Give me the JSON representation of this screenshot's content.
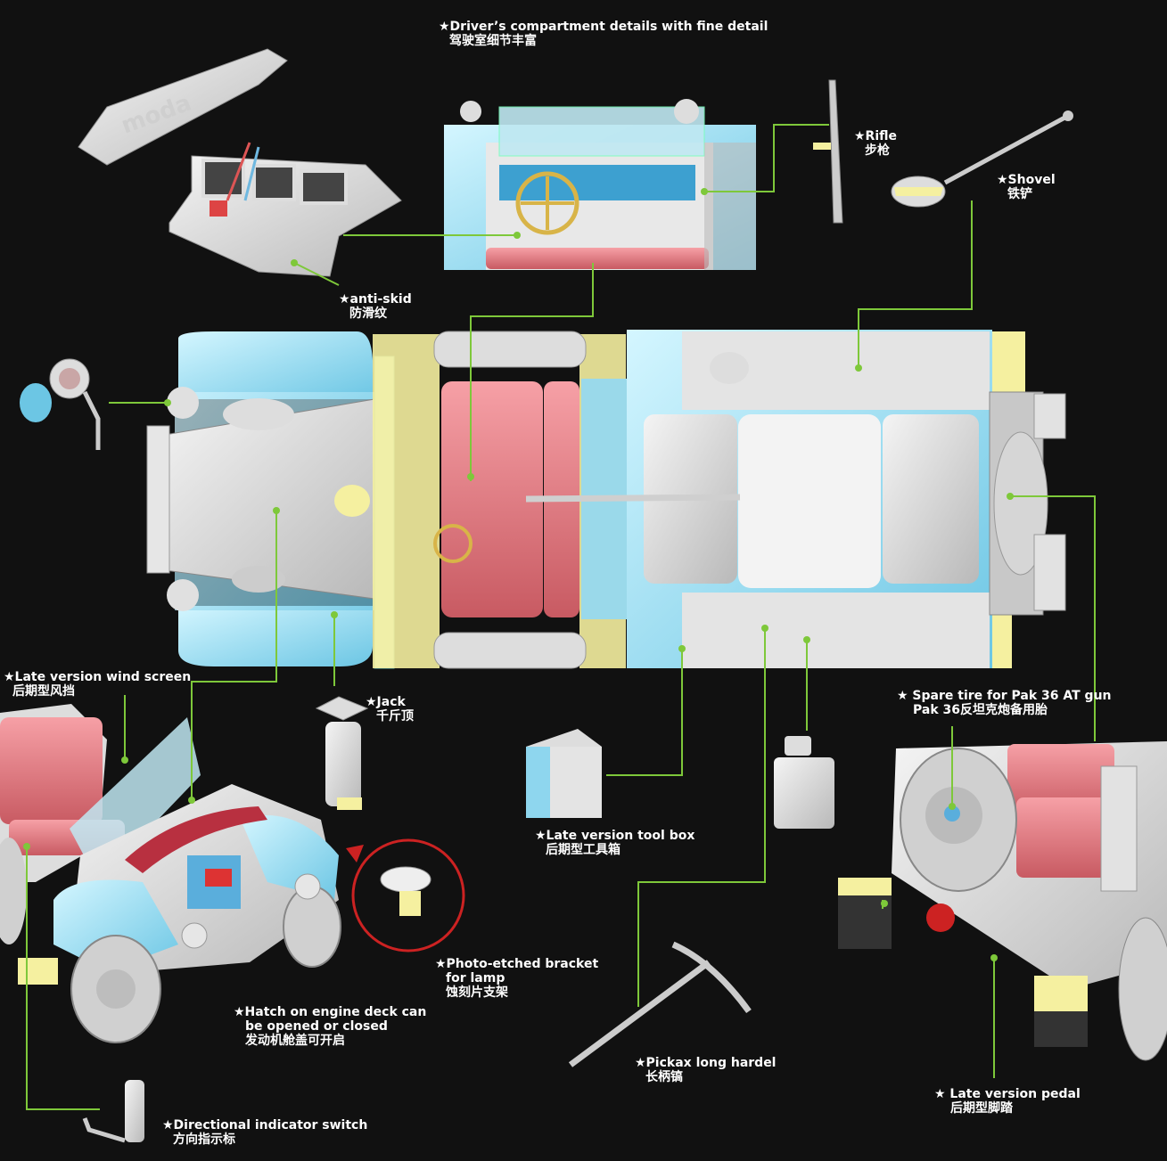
{
  "callouts": {
    "driver_compartment": {
      "en": "★Driver’s compartment details with fine detail",
      "cn": "驾驶室细节丰富"
    },
    "rifle": {
      "en": "★Rifle",
      "cn": "步枪"
    },
    "shovel": {
      "en": "★Shovel",
      "cn": "铁铲"
    },
    "anti_skid": {
      "en": "★anti-skid",
      "cn": "防滑纹"
    },
    "wind_screen": {
      "en": "★Late version wind screen",
      "cn": "后期型风挡"
    },
    "jack": {
      "en": "★Jack",
      "cn": "千斤顶"
    },
    "spare_tire": {
      "en": "★ Spare tire for Pak 36 AT gun",
      "cn": "Pak 36反坦克炮备用胎"
    },
    "tool_box": {
      "en": "★Late version tool box",
      "cn": "后期型工具箱"
    },
    "bracket": {
      "en": "★Photo-etched bracket",
      "en2": "for lamp",
      "cn": "蚀刻片支架"
    },
    "hatch": {
      "en": "★Hatch on engine deck can",
      "en2": "be opened or closed",
      "cn": "发动机舱盖可开启"
    },
    "pickax": {
      "en": "★Pickax long hardel",
      "cn": "长柄镐"
    },
    "pedal": {
      "en": "★ Late version pedal",
      "cn": "后期型脚踏"
    },
    "indicator": {
      "en": "★Directional indicator switch",
      "cn": "方向指示标"
    }
  },
  "model_logo": "moda",
  "colors": {
    "background": "#111111",
    "leader": "#7ec83a",
    "body_blue": "#9fe3f5",
    "part_grey": "#e3e3e3",
    "seat_red": "#e07a80",
    "photo_etch": "#f5f0a0",
    "brass": "#d8b448",
    "callout_ring": "#cc2222"
  }
}
